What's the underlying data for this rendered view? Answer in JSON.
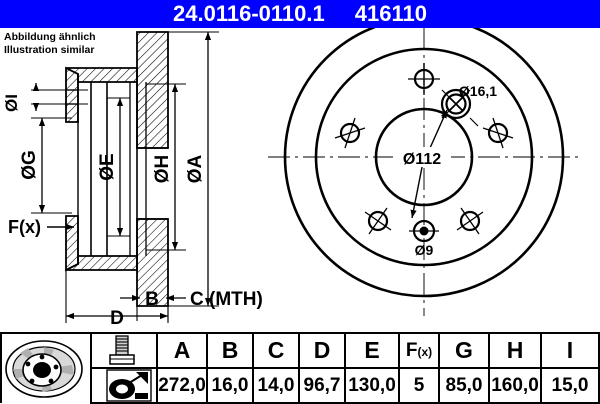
{
  "header": {
    "part_number": "24.0116-0110.1",
    "article_number": "416110",
    "bg_color": "#0000ff",
    "text_color": "#ffffff"
  },
  "note": {
    "line1": "Abbildung ähnlich",
    "line2": "Illustration similar"
  },
  "section_view": {
    "labels": {
      "dia_i": "ØI",
      "dia_g": "ØG",
      "dia_e": "ØE",
      "dia_h": "ØH",
      "dia_a": "ØA",
      "fx": "F(x)",
      "b": "B",
      "c": "C (MTH)",
      "d": "D"
    }
  },
  "front_view": {
    "annotations": {
      "bolt_hole_dia": "Ø16,1",
      "bolt_circle_dia": "Ø112",
      "pin_hole_dia": "Ø9"
    },
    "bolt_hole_count": 5
  },
  "table": {
    "icons": {
      "disc": "brake-disc-icon",
      "bolt": "bolt-icon",
      "machining": "machining-tool-icon"
    },
    "columns": [
      "A",
      "B",
      "C",
      "D",
      "E",
      "F(x)",
      "G",
      "H",
      "I"
    ],
    "values": [
      "272,0",
      "16,0",
      "14,0",
      "96,7",
      "130,0",
      "5",
      "85,0",
      "160,0",
      "15,0"
    ]
  }
}
